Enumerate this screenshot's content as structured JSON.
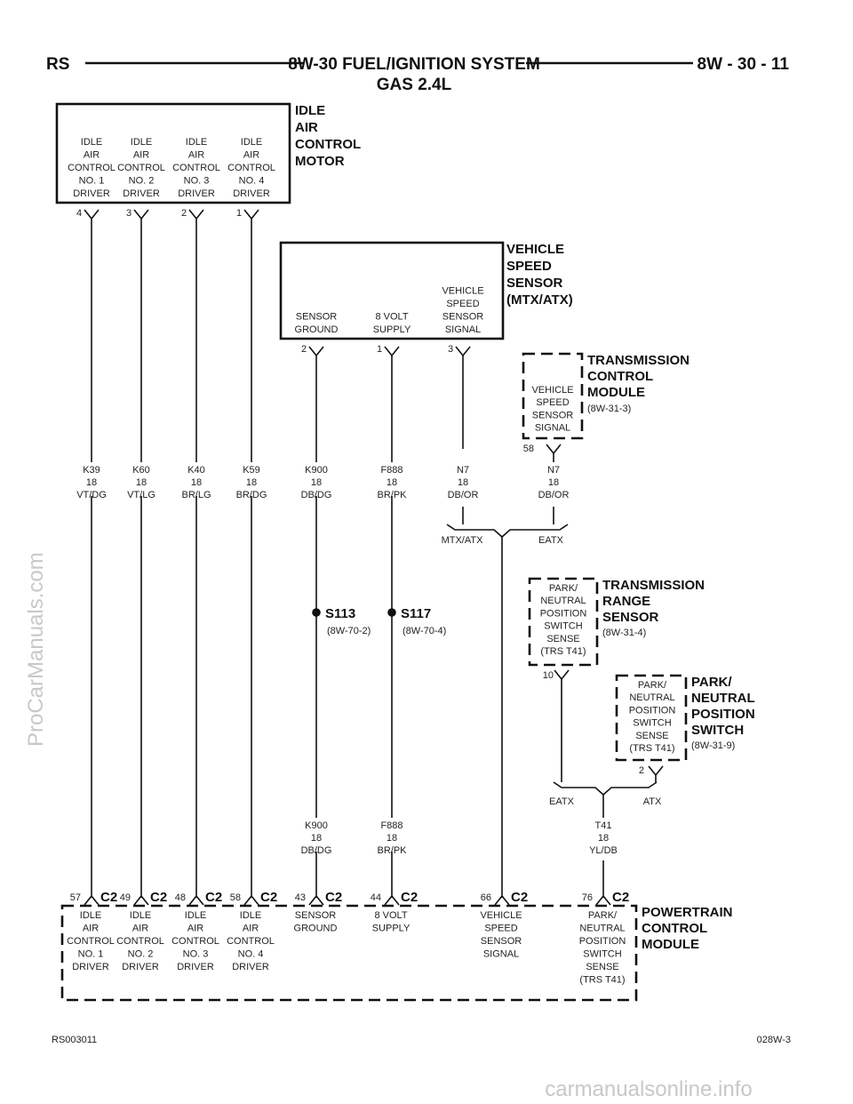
{
  "header": {
    "left": "RS",
    "title": "8W-30 FUEL/IGNITION SYSTEM",
    "subtitle": "GAS 2.4L",
    "page": "8W - 30 - 11"
  },
  "components": {
    "iac_motor": {
      "title": [
        "IDLE",
        "AIR",
        "CONTROL",
        "MOTOR"
      ],
      "drivers": [
        {
          "lines": [
            "IDLE",
            "AIR",
            "CONTROL",
            "NO. 1",
            "DRIVER"
          ],
          "pin": "4"
        },
        {
          "lines": [
            "IDLE",
            "AIR",
            "CONTROL",
            "NO. 2",
            "DRIVER"
          ],
          "pin": "3"
        },
        {
          "lines": [
            "IDLE",
            "AIR",
            "CONTROL",
            "NO. 3",
            "DRIVER"
          ],
          "pin": "2"
        },
        {
          "lines": [
            "IDLE",
            "AIR",
            "CONTROL",
            "NO. 4",
            "DRIVER"
          ],
          "pin": "1"
        }
      ]
    },
    "vss": {
      "title": [
        "VEHICLE",
        "SPEED",
        "SENSOR",
        "(MTX/ATX)"
      ],
      "terminals": [
        {
          "lines": [
            "SENSOR",
            "GROUND"
          ],
          "pin": "2"
        },
        {
          "lines": [
            "8 VOLT",
            "SUPPLY"
          ],
          "pin": "1"
        },
        {
          "lines": [
            "VEHICLE",
            "SPEED",
            "SENSOR",
            "SIGNAL"
          ],
          "pin": "3"
        }
      ]
    },
    "tcm": {
      "title": [
        "TRANSMISSION",
        "CONTROL",
        "MODULE"
      ],
      "ref": "(8W-31-3)",
      "lines": [
        "VEHICLE",
        "SPEED",
        "SENSOR",
        "SIGNAL"
      ],
      "pin": "58"
    },
    "trs": {
      "title": [
        "TRANSMISSION",
        "RANGE",
        "SENSOR"
      ],
      "ref": "(8W-31-4)",
      "lines": [
        "PARK/",
        "NEUTRAL",
        "POSITION",
        "SWITCH",
        "SENSE",
        "(TRS T41)"
      ],
      "pin": "10"
    },
    "pnp": {
      "title": [
        "PARK/",
        "NEUTRAL",
        "POSITION",
        "SWITCH"
      ],
      "ref": "(8W-31-9)",
      "lines": [
        "PARK/",
        "NEUTRAL",
        "POSITION",
        "SWITCH",
        "SENSE",
        "(TRS T41)"
      ],
      "pin": "2"
    },
    "pcm": {
      "title": [
        "POWERTRAIN",
        "CONTROL",
        "MODULE"
      ],
      "connector": "C2",
      "terminals": [
        {
          "pin": "57",
          "lines": [
            "IDLE",
            "AIR",
            "CONTROL",
            "NO. 1",
            "DRIVER"
          ]
        },
        {
          "pin": "49",
          "lines": [
            "IDLE",
            "AIR",
            "CONTROL",
            "NO. 2",
            "DRIVER"
          ]
        },
        {
          "pin": "48",
          "lines": [
            "IDLE",
            "AIR",
            "CONTROL",
            "NO. 3",
            "DRIVER"
          ]
        },
        {
          "pin": "58",
          "lines": [
            "IDLE",
            "AIR",
            "CONTROL",
            "NO. 4",
            "DRIVER"
          ]
        },
        {
          "pin": "43",
          "lines": [
            "SENSOR",
            "GROUND"
          ]
        },
        {
          "pin": "44",
          "lines": [
            "8 VOLT",
            "SUPPLY"
          ]
        },
        {
          "pin": "66",
          "lines": [
            "VEHICLE",
            "SPEED",
            "SENSOR",
            "SIGNAL"
          ]
        },
        {
          "pin": "76",
          "lines": [
            "PARK/",
            "NEUTRAL",
            "POSITION",
            "SWITCH",
            "SENSE",
            "(TRS T41)"
          ]
        }
      ]
    }
  },
  "wires": [
    {
      "circuit": "K39",
      "gauge": "18",
      "color": "VT/DG"
    },
    {
      "circuit": "K60",
      "gauge": "18",
      "color": "VT/LG"
    },
    {
      "circuit": "K40",
      "gauge": "18",
      "color": "BR/LG"
    },
    {
      "circuit": "K59",
      "gauge": "18",
      "color": "BR/DG"
    },
    {
      "circuit": "K900",
      "gauge": "18",
      "color": "DB/DG"
    },
    {
      "circuit": "F888",
      "gauge": "18",
      "color": "BR/PK"
    },
    {
      "circuit": "N7",
      "gauge": "18",
      "color": "DB/OR"
    },
    {
      "circuit": "N7",
      "gauge": "18",
      "color": "DB/OR"
    },
    {
      "circuit": "K900",
      "gauge": "18",
      "color": "DB/DG"
    },
    {
      "circuit": "F888",
      "gauge": "18",
      "color": "BR/PK"
    },
    {
      "circuit": "T41",
      "gauge": "18",
      "color": "YL/DB"
    }
  ],
  "splices": [
    {
      "id": "S113",
      "ref": "(8W-70-2)"
    },
    {
      "id": "S117",
      "ref": "(8W-70-4)"
    }
  ],
  "options": {
    "vss_left": "MTX/ATX",
    "vss_right": "EATX",
    "trs_left": "EATX",
    "trs_right": "ATX"
  },
  "footer": {
    "left": "RS003011",
    "right": "028W-3"
  },
  "watermarks": {
    "left": "ProCarManuals.com",
    "bottom": "carmanualsonline.info"
  }
}
